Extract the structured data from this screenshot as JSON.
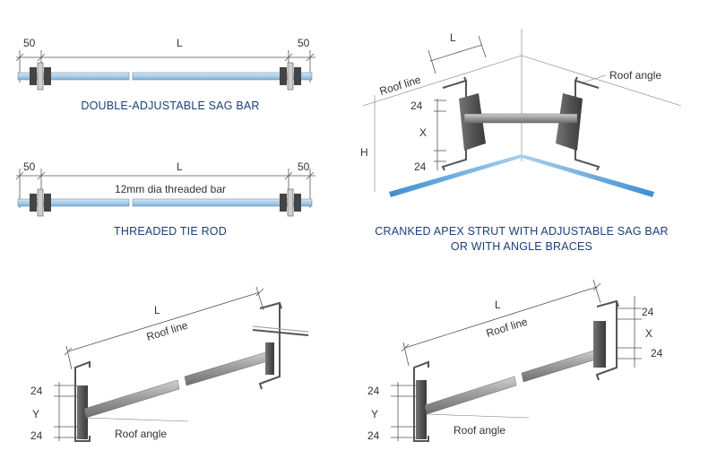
{
  "panel_sag_bar": {
    "dim_left": "50",
    "dim_mid": "L",
    "dim_right": "50",
    "caption": "DOUBLE-ADJUSTABLE SAG BAR"
  },
  "panel_tie_rod": {
    "dim_left": "50",
    "dim_mid": "L",
    "dim_right": "50",
    "bar_label": "12mm dia threaded bar",
    "caption": "THREADED TIE ROD"
  },
  "panel_apex": {
    "dim_L": "L",
    "roof_line": "Roof line",
    "roof_angle": "Roof angle",
    "dim_24_top": "24",
    "dim_x": "X",
    "dim_24_bottom": "24",
    "dim_h": "H",
    "caption_line1": "CRANKED APEX STRUT WITH ADJUSTABLE SAG BAR",
    "caption_line2": "OR WITH ANGLE BRACES"
  },
  "panel_strut_left": {
    "dim_L": "L",
    "roof_line": "Roof line",
    "roof_angle": "Roof angle",
    "dim_24_top": "24",
    "dim_y": "Y",
    "dim_24_bottom": "24"
  },
  "panel_strut_right": {
    "dim_L": "L",
    "roof_line": "Roof line",
    "roof_angle": "Roof angle",
    "dim_24_top": "24",
    "dim_y": "Y",
    "dim_24_bottom": "24",
    "dim_24_upper": "24",
    "dim_x": "X",
    "dim_24_lower": "24"
  },
  "colors": {
    "caption": "#1b3f7a",
    "bar_blue": "#a9cde8",
    "roof_blue": "#6fb0dc",
    "steel_dark": "#555555",
    "steel_mid": "#9a9a9a"
  }
}
